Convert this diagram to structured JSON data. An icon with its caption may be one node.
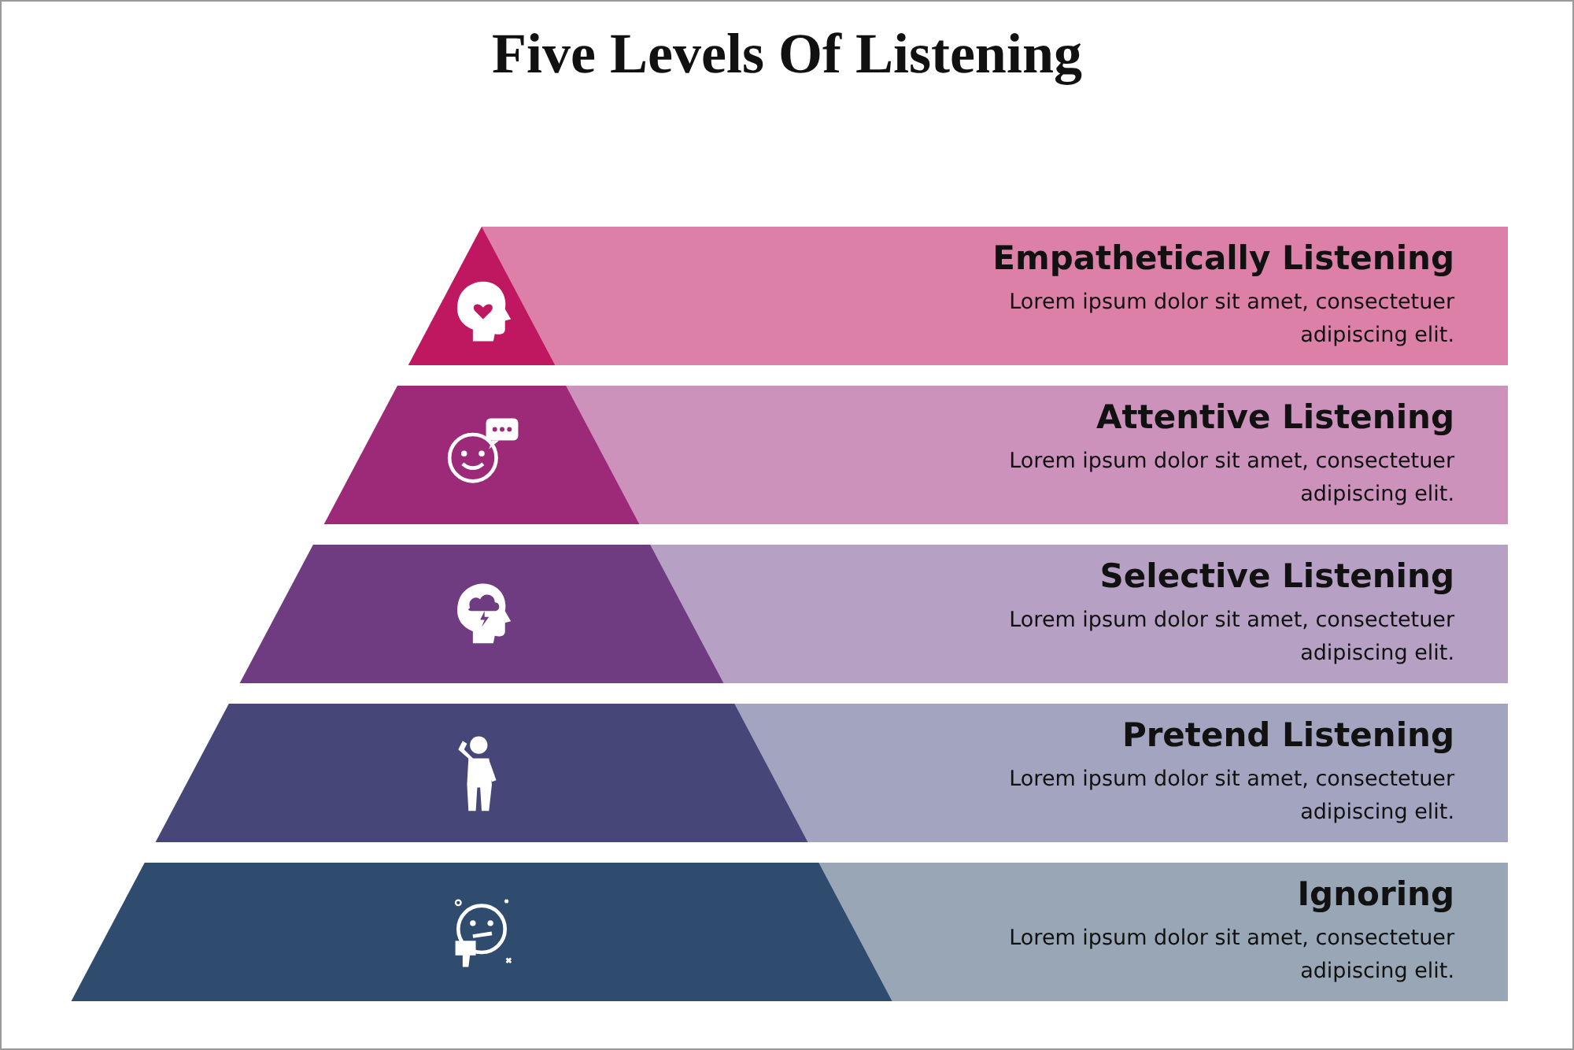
{
  "diagram": {
    "title": "Five Levels Of Listening",
    "nodes": [
      {
        "text": [
          "Empathetically Listening",
          "Lorem ipsum dolor sit amet, consectetuer adipiscing elit."
        ]
      },
      {
        "text": [
          "Attentive Listening",
          "Lorem ipsum dolor sit amet, consectetuer adipiscing elit."
        ]
      },
      {
        "text": [
          "Selective Listening",
          "Lorem ipsum dolor sit amet, consectetuer adipiscing elit."
        ]
      },
      {
        "text": [
          "Pretend Listening",
          "Lorem ipsum dolor sit amet, consectetuer adipiscing elit."
        ]
      },
      {
        "text": [
          "Ignoring",
          "Lorem ipsum dolor sit amet, consectetuer adipiscing elit."
        ]
      }
    ],
    "edges": []
  }
}
